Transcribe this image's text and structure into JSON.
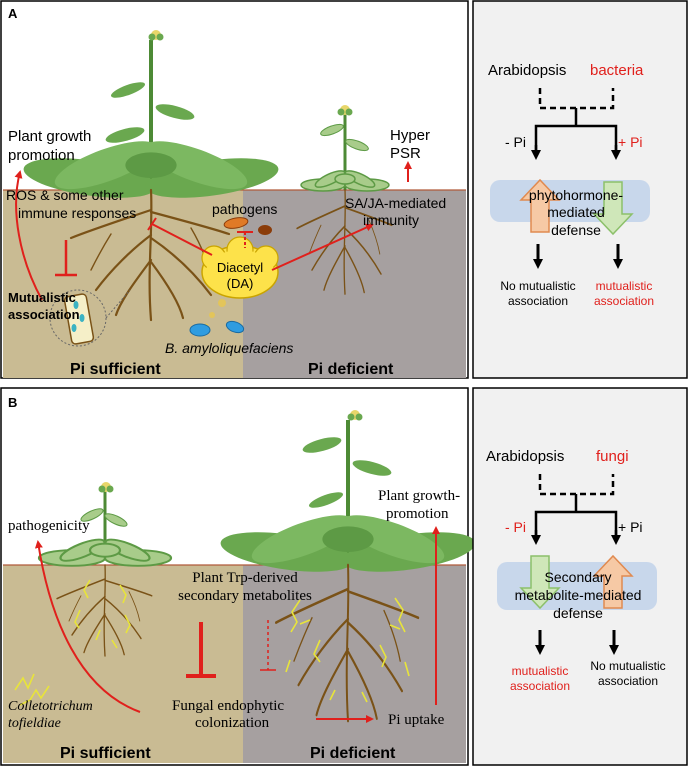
{
  "colors": {
    "soil_sufficient": "#c9bb93",
    "soil_deficient": "#a6a0a0",
    "red": "#e0201c",
    "leaf": "#6aa84f",
    "root": "#7a5217",
    "hypha": "#e8e43a",
    "bubble": "#fde24a",
    "arrow_up_fill": "#f6c9a5",
    "arrow_down_fill": "#cfe7b9",
    "band": "#bed1ea",
    "side_bg": "#f1f1f1"
  },
  "panelA": {
    "letter": "A",
    "plant_growth": "Plant growth",
    "promotion": "promotion",
    "ros_line1": "ROS & some other",
    "ros_line2": "immune responses",
    "mutualistic_line1": "Mutualistic",
    "mutualistic_line2": "association",
    "pathogens": "pathogens",
    "diacetyl_line1": "Diacetyl",
    "diacetyl_line2": "(DA)",
    "bacteria_name": "B. amyloliquefaciens",
    "hyper": "Hyper",
    "psr": "PSR",
    "sa_line1": "SA/JA-mediated",
    "sa_line2": "immunity",
    "pi_sufficient": "Pi sufficient",
    "pi_deficient": "Pi deficient"
  },
  "sideA": {
    "host": "Arabidopsis",
    "partner": "bacteria",
    "left_condition": "- Pi",
    "right_condition": "+ Pi",
    "defense_line1": "phytohormone-",
    "defense_line2": "mediated",
    "defense_line3": "defense",
    "outcome_left_1": "No mutualistic",
    "outcome_left_2": "association",
    "outcome_right_1": "mutualistic",
    "outcome_right_2": "association"
  },
  "panelB": {
    "letter": "B",
    "pathogenicity": "pathogenicity",
    "growth_line1": "Plant growth-",
    "growth_line2": "promotion",
    "trp_line1": "Plant Trp-derived",
    "trp_line2": "secondary metabolites",
    "fungus_line1": "Colletotrichum",
    "fungus_line2": "tofieldiae",
    "colonization_line1": "Fungal endophytic",
    "colonization_line2": "colonization",
    "pi_uptake": "Pi uptake",
    "pi_sufficient": "Pi sufficient",
    "pi_deficient": "Pi deficient"
  },
  "sideB": {
    "host": "Arabidopsis",
    "partner": "fungi",
    "left_condition": "- Pi",
    "right_condition": "+ Pi",
    "defense_line1": "Secondary",
    "defense_line2": "metabolite-mediated",
    "defense_line3": "defense",
    "outcome_left_1": "mutualistic",
    "outcome_left_2": "association",
    "outcome_right_1": "No mutualistic",
    "outcome_right_2": "association"
  }
}
